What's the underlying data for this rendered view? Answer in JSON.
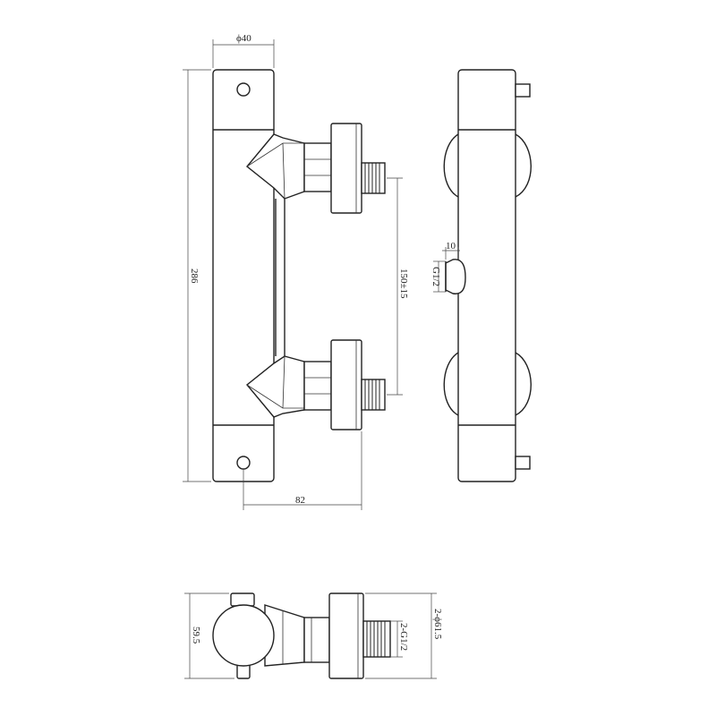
{
  "dimensions": {
    "diameter_top": "ϕ40",
    "height_left": "286",
    "spacing": "150±15",
    "depth_bottom": "82",
    "thread_side": "G1/2",
    "thread_side_len": "10",
    "height_bottom": "59.5",
    "thread_bottom": "2-G1/2",
    "flange_dia": "2-ϕ61.5"
  }
}
